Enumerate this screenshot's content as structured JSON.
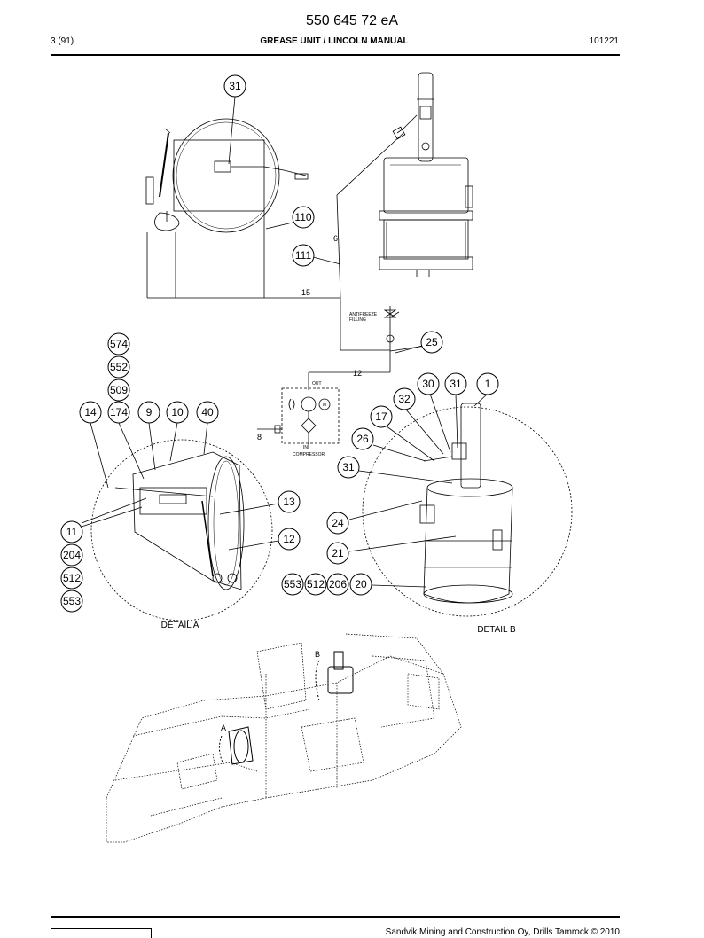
{
  "header": {
    "doc_number": "550 645 72 eA",
    "page": "3 (91)",
    "title": "GREASE UNIT / LINCOLN MANUAL",
    "date": "101221"
  },
  "footer": {
    "copyright": "Sandvik Mining and Construction Oy, Drills Tamrock © 2010"
  },
  "diagram": {
    "schematic_labels": {
      "antifreeze": "ANTIFREEZE",
      "filling": "FILLING",
      "out": "OUT",
      "in": "IN",
      "compressor": "COMPRESSOR",
      "motor": "M",
      "line_6": "6",
      "line_15": "15",
      "line_12": "12",
      "line_8": "8"
    },
    "callouts": {
      "c31_top": "31",
      "c110": "110",
      "c111": "111",
      "c25": "25",
      "c574": "574",
      "c552": "552",
      "c509": "509",
      "c14": "14",
      "c174": "174",
      "c9": "9",
      "c10": "10",
      "c40": "40",
      "c11": "11",
      "c204": "204",
      "c512_a": "512",
      "c553_a": "553",
      "c13": "13",
      "c12": "12",
      "c30": "30",
      "c31_b": "31",
      "c1": "1",
      "c32": "32",
      "c17": "17",
      "c26": "26",
      "c31_mid": "31",
      "c24": "24",
      "c21": "21",
      "c553_b": "553",
      "c512_b": "512",
      "c206": "206",
      "c20": "20"
    },
    "detail_a": "DETAIL A",
    "detail_b": "DETAIL B",
    "marker_a": "A",
    "marker_b": "B"
  }
}
